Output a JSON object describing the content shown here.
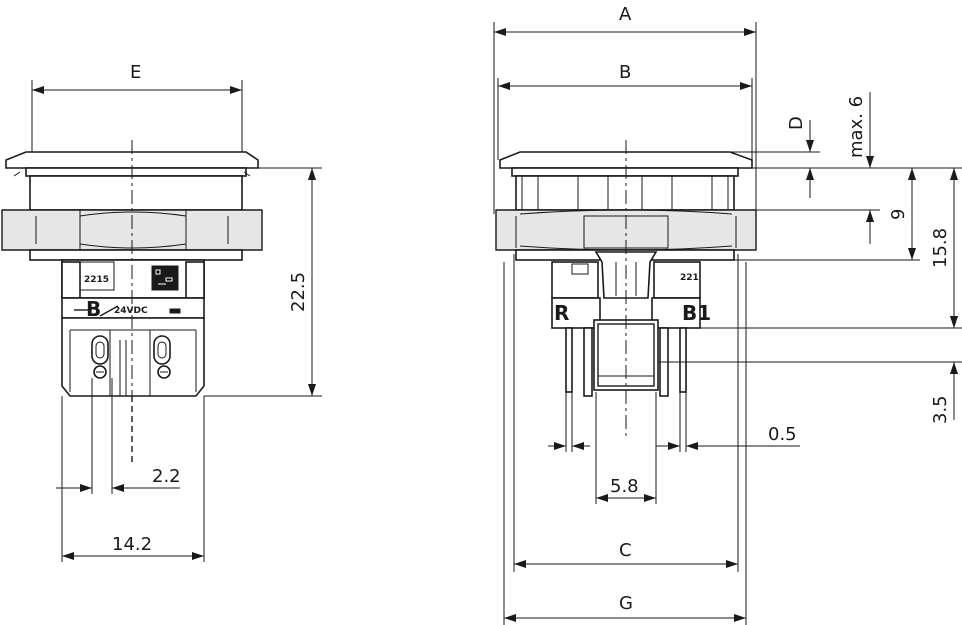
{
  "dimensions": {
    "A": "A",
    "B": "B",
    "C": "C",
    "D": "D",
    "E": "E",
    "G": "G",
    "max6": "max. 6",
    "d9": "9",
    "d15_8": "15.8",
    "d3_5": "3.5",
    "d0_5": "0.5",
    "d5_8": "5.8",
    "d22_5": "22.5",
    "d2_2": "2.2",
    "d14_2": "14.2"
  },
  "markings": {
    "part_number": "2215",
    "part_number_right": "221",
    "terminal_b": "B",
    "voltage": "24VDC",
    "terminal_r": "R",
    "terminal_b1": "B1"
  },
  "colors": {
    "line": "#1a1a1a",
    "background": "#ffffff",
    "fill": "#e6e6e6"
  }
}
